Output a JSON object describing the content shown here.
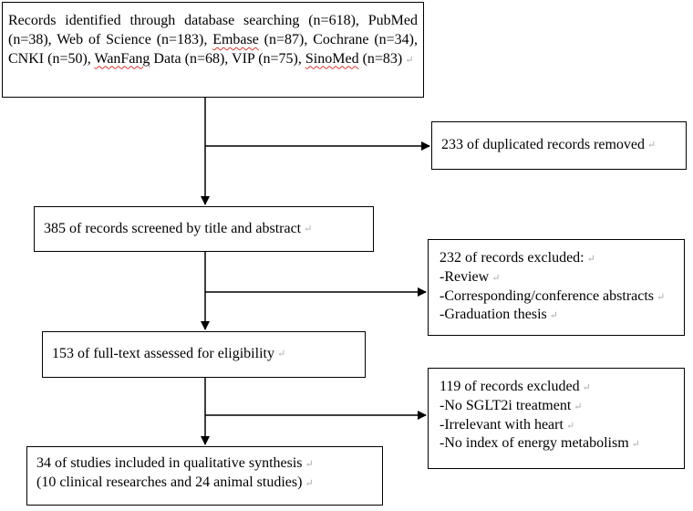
{
  "identified": {
    "l1": "Records identified through database searching (n=618),",
    "l2a": "PubMed (n=38), Web of Science (n=183), ",
    "l2b": "Embase",
    "l2c": " (n=87),",
    "l3a": "Cochrane (n=34), CNKI (n=50), ",
    "l3b": "WanFang",
    "l3c": " Data (n=68), VIP",
    "l4a": "(n=75), ",
    "l4b": "SinoMed",
    "l4c": " (n=83)"
  },
  "duplicates": {
    "text": "233 of duplicated records removed"
  },
  "screened": {
    "text": "385 of records screened by title and abstract"
  },
  "excluded1": {
    "heading": "232 of records excluded:",
    "items": [
      "-Review",
      "-Corresponding/conference abstracts",
      "-Graduation thesis"
    ]
  },
  "fulltext": {
    "text": "153 of full-text assessed for eligibility"
  },
  "excluded2": {
    "heading": "119 of records excluded",
    "items": [
      "-No SGLT2i treatment",
      "-Irrelevant with heart",
      "-No index of energy metabolism"
    ]
  },
  "included": {
    "l1": "34 of studies included in qualitative synthesis",
    "l2": "(10 clinical researches and 24 animal studies)"
  },
  "para_mark": "↵"
}
